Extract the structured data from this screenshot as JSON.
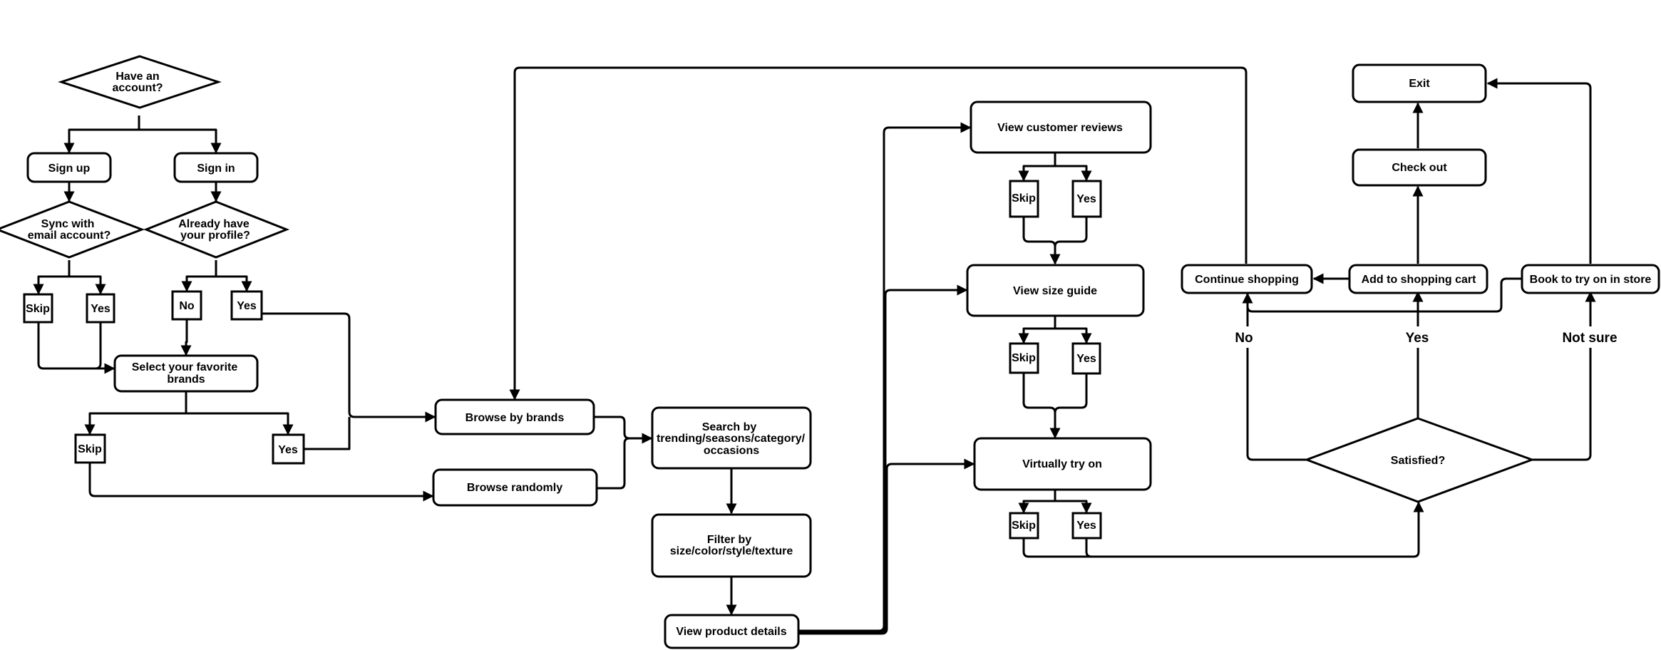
{
  "nodes": {
    "have_account": [
      "Have an",
      "account?"
    ],
    "sign_up": "Sign up",
    "sign_in": "Sign in",
    "sync_email": [
      "Sync with",
      "email account?"
    ],
    "already_profile": [
      "Already have",
      "your profile?"
    ],
    "sync_skip": "Skip",
    "sync_yes": "Yes",
    "profile_no": "No",
    "profile_yes": "Yes",
    "favorite_brands": [
      "Select your favorite",
      "brands"
    ],
    "brands_skip": "Skip",
    "brands_yes": "Yes",
    "browse_brands": "Browse by brands",
    "browse_randomly": "Browse randomly",
    "search_by": [
      "Search by",
      "trending/seasons/category/",
      "occasions"
    ],
    "filter_by": [
      "Filter by",
      "size/color/style/texture"
    ],
    "product_details": "View product details",
    "customer_reviews": "View customer reviews",
    "reviews_skip": "Skip",
    "reviews_yes": "Yes",
    "size_guide": "View size guide",
    "size_skip": "Skip",
    "size_yes": "Yes",
    "virtual_try": "Virtually try on",
    "try_skip": "Skip",
    "try_yes": "Yes",
    "satisfied": "Satisfied?",
    "continue_shopping": "Continue shopping",
    "add_cart": "Add to shopping cart",
    "book_store": "Book to try on in store",
    "check_out": "Check out",
    "exit": "Exit"
  },
  "edge_labels": {
    "no": "No",
    "yes": "Yes",
    "not_sure": "Not sure"
  }
}
